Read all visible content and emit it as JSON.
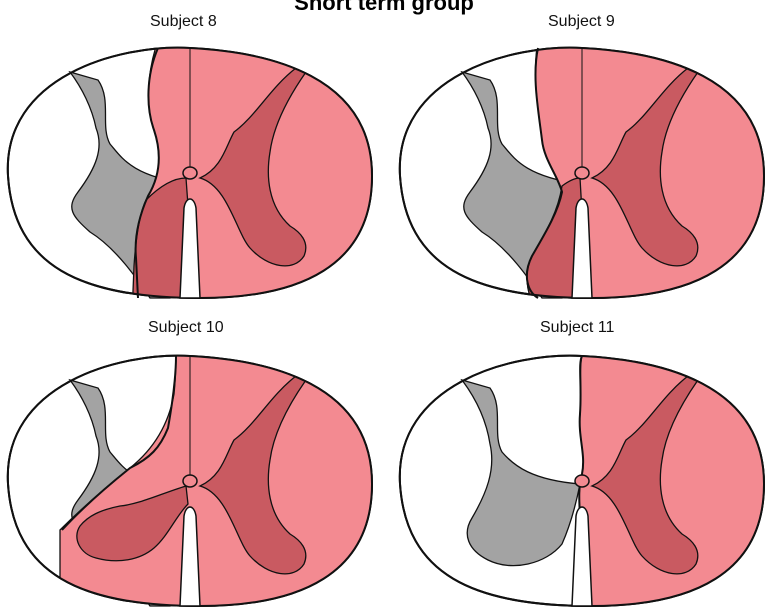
{
  "title": "Short term group",
  "panels": [
    {
      "label": "Subject 8"
    },
    {
      "label": "Subject 9"
    },
    {
      "label": "Subject 10"
    },
    {
      "label": "Subject 11"
    }
  ],
  "colors": {
    "lesion_white_matter": "#f38a91",
    "lesion_gray_matter": "#c95a61",
    "spared_gray_matter": "#a3a3a3",
    "spared_white_matter": "#ffffff",
    "outline": "#111111"
  }
}
